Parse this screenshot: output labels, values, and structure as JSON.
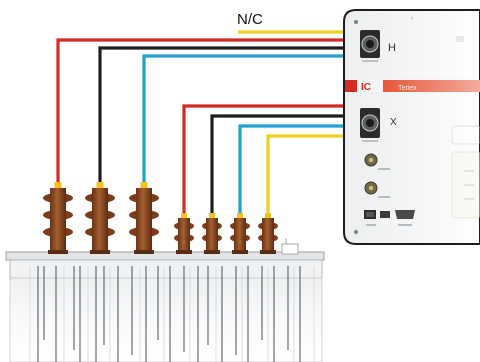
{
  "labels": {
    "nc": "N/C",
    "h": "H",
    "x": "X"
  },
  "instrument": {
    "brand_mark": "IC",
    "brand_name": "Tettex"
  },
  "colors": {
    "red": "#d32a27",
    "black": "#1e1e1e",
    "blue": "#22a0cf",
    "yellow": "#f2d022",
    "bushing": "#8a4a22",
    "cap": "#f1c21e"
  }
}
